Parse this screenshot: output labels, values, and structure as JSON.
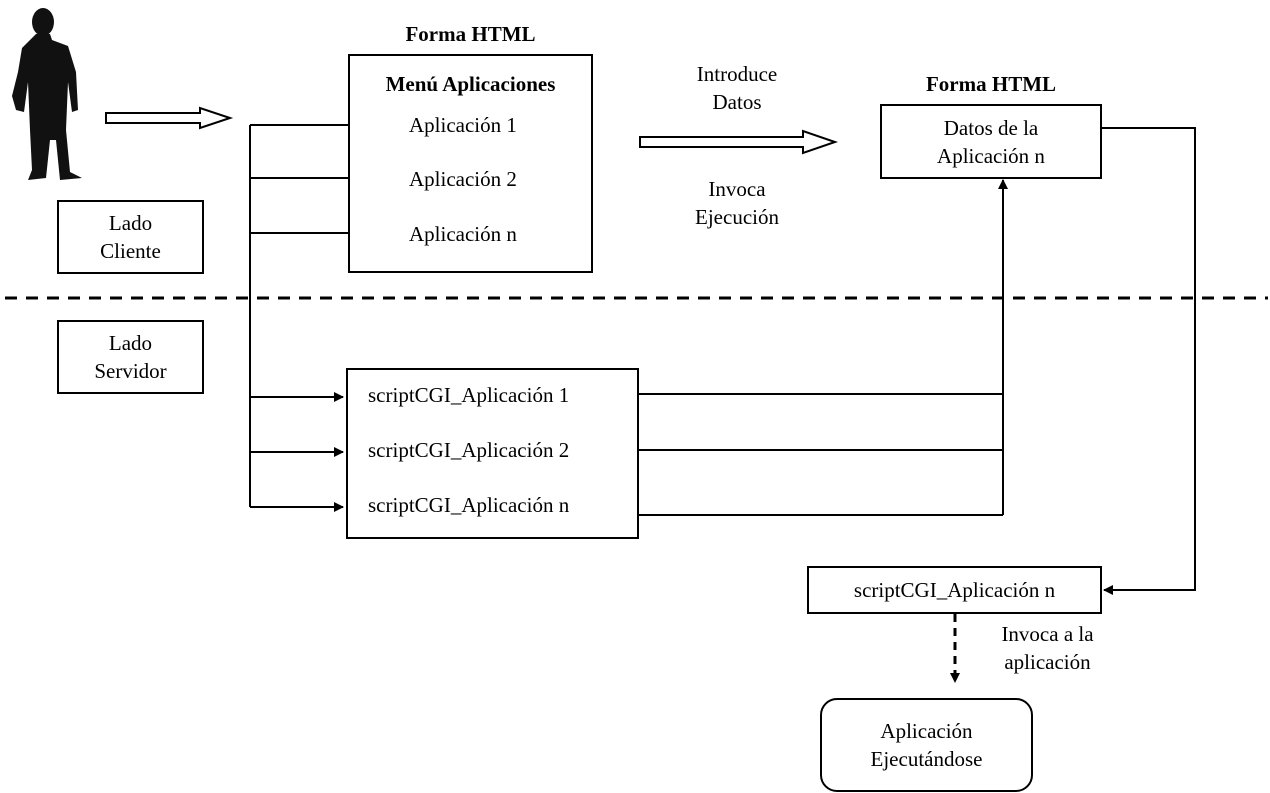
{
  "client": {
    "label": "Lado\nCliente"
  },
  "server": {
    "label": "Lado\nServidor"
  },
  "menu_form": {
    "title": "Forma HTML",
    "heading": "Menú Aplicaciones",
    "items": [
      "Aplicación 1",
      "Aplicación 2",
      "Aplicación n"
    ]
  },
  "flow": {
    "enter_data": "Introduce\nDatos",
    "invoke_execution": "Invoca\nEjecución"
  },
  "data_form": {
    "title": "Forma HTML",
    "content": "Datos de la\nAplicación n"
  },
  "scripts": [
    "scriptCGI_Aplicación 1",
    "scriptCGI_Aplicación 2",
    "scriptCGI_Aplicación n"
  ],
  "selected_script": "scriptCGI_Aplicación n",
  "invoke_app": "Invoca a la\naplicación",
  "running_app": "Aplicación\nEjecutándose"
}
